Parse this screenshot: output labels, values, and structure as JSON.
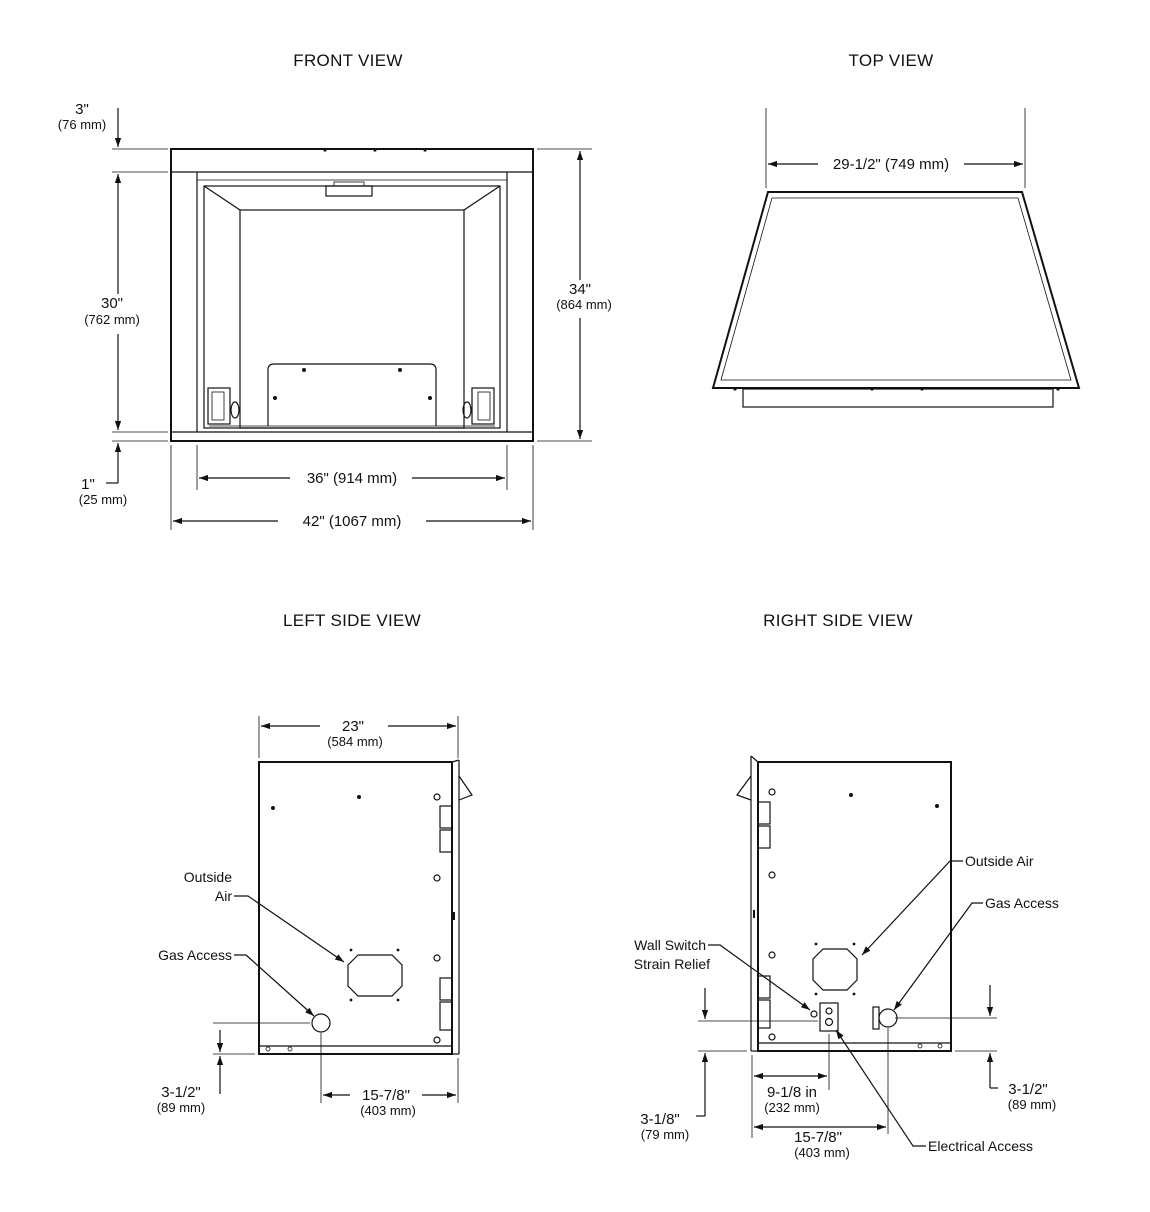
{
  "front": {
    "title": "FRONT VIEW",
    "d_top": {
      "in": "3\"",
      "mm": "(76 mm)"
    },
    "d_height": {
      "in": "30\"",
      "mm": "(762 mm)"
    },
    "d_overall": {
      "in": "34\"",
      "mm": "(864 mm)"
    },
    "d_bottom": {
      "in": "1\"",
      "mm": "(25 mm)"
    },
    "d_inner_width": "36\" (914 mm)",
    "d_outer_width": "42\" (1067 mm)"
  },
  "top": {
    "title": "TOP VIEW",
    "d_width": "29-1/2\" (749 mm)"
  },
  "left": {
    "title": "LEFT SIDE VIEW",
    "d_depth": {
      "in": "23\"",
      "mm": "(584 mm)"
    },
    "outside_air": {
      "l1": "Outside",
      "l2": "Air"
    },
    "gas_access": "Gas Access",
    "d_gas_height": {
      "in": "3-1/2\"",
      "mm": "(89 mm)"
    },
    "d_gas_offset": {
      "in": "15-7/8\"",
      "mm": "(403 mm)"
    }
  },
  "right": {
    "title": "RIGHT SIDE VIEW",
    "outside_air": "Outside Air",
    "gas_access": "Gas Access",
    "wall_switch": {
      "l1": "Wall Switch",
      "l2": "Strain Relief"
    },
    "d_elec_offset": {
      "in": "9-1/8 in",
      "mm": "(232 mm)"
    },
    "d_elec_height": {
      "in": "3-1/8\"",
      "mm": "(79 mm)"
    },
    "d_gas_offset": {
      "in": "15-7/8\"",
      "mm": "(403 mm)"
    },
    "d_gas_height": {
      "in": "3-1/2\"",
      "mm": "(89 mm)"
    },
    "electrical_access": "Electrical Access"
  }
}
